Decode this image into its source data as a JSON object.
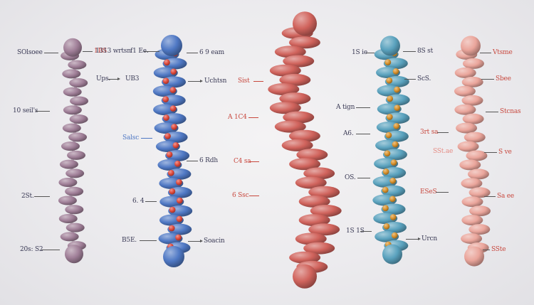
{
  "colors": {
    "purple": "#a07f98",
    "blue": "#4f78c4",
    "red": "#d0635c",
    "teal": "#5aa2be",
    "pink": "#eaa59b",
    "accent_red": "#e04a3c",
    "accent_orange": "#d9922c",
    "label_dark": "#3a3a55",
    "label_red": "#c8473d"
  },
  "labels": {
    "p1": "SOlsoee",
    "p2": "1BS",
    "p3": "10 seil's",
    "p4": "2St.",
    "p5": "20s: S2",
    "b1": "1313 wrtsn",
    "b2": "Ups.",
    "b3": "f1 Ee.",
    "b4": "Salsc",
    "b5": "6. 4",
    "b6": "B5E.",
    "b7": "6 9 eam",
    "b8": "UB3",
    "b9": "Uchtsn",
    "b10": "6 Rdh",
    "b11": "Soacin",
    "r1": "Sist",
    "r2": "A 1C4",
    "r3": "C4 sa",
    "r4": "6 Ssc",
    "t1": "1S ie",
    "t2": "8S st",
    "t3": "ScS.",
    "t4": "A tign",
    "t5": "A6.",
    "t6": "OS.",
    "t7": "1S 1S",
    "t8": "Urcn",
    "k1": "Vtsme",
    "k2": "Sbee",
    "k3": "Stcnas",
    "k4": "3rt sa",
    "k5": "S ve",
    "k6": "ESeS",
    "k7": "Sa ee",
    "k8": "SSte",
    "k9": "SSt.ae"
  }
}
